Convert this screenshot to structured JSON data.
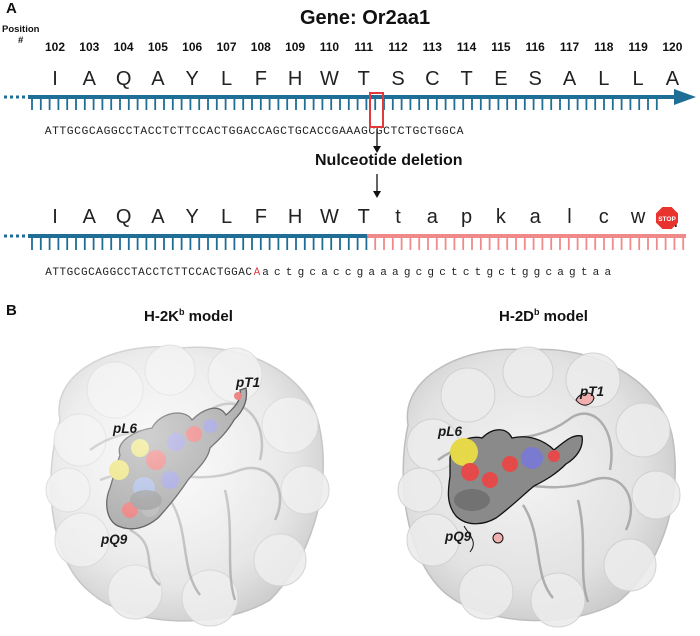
{
  "panel_a": {
    "label": "A",
    "gene_title": "Gene: Or2aa1",
    "position_label": "Position",
    "position_hash": "#",
    "positions": [
      "102",
      "103",
      "104",
      "105",
      "106",
      "107",
      "108",
      "109",
      "110",
      "111",
      "112",
      "113",
      "114",
      "115",
      "116",
      "117",
      "118",
      "119",
      "120"
    ],
    "wild_type_aa": [
      "I",
      "A",
      "Q",
      "A",
      "Y",
      "L",
      "F",
      "H",
      "W",
      "T",
      "S",
      "C",
      "T",
      "E",
      "S",
      "A",
      "L",
      "L",
      "A"
    ],
    "wild_type_seq_left": "ATTGCGCAGGCCTACCTCTTCCACTGGACCA",
    "wild_type_highlight": "G",
    "wild_type_seq_right": "CTGCACCGAAAGCGCTCTGCTGGCA",
    "deletion_label": "Nulceotide deletion",
    "mutant_aa": [
      "I",
      "A",
      "Q",
      "A",
      "Y",
      "L",
      "F",
      "H",
      "W",
      "T",
      "t",
      "a",
      "p",
      "k",
      "a",
      "l",
      "c",
      "w",
      "q"
    ],
    "stop_label": "STOP",
    "mutant_seq_left": "ATTGCGCAGGCCTACCTCTTCCACTGGAC",
    "mutant_seq_red": "A",
    "mutant_seq_right": "a c t g c a c c g a a a g c g c t c t g c t g g c a g t a a"
  },
  "panel_b": {
    "label": "B",
    "models": [
      {
        "title_main": "H-2K",
        "title_sup": "b",
        "title_suffix": " model",
        "sites": [
          "pT1",
          "pL6",
          "pQ9"
        ]
      },
      {
        "title_main": "H-2D",
        "title_sup": "b",
        "title_suffix": " model",
        "sites": [
          "pT1",
          "pL6",
          "pQ9"
        ]
      }
    ]
  },
  "colors": {
    "wild_type_strand": "#1f6e96",
    "mutant_strand": "#f08a8a",
    "highlight_box": "#e23a3a",
    "stop_sign": "#e8332f"
  }
}
